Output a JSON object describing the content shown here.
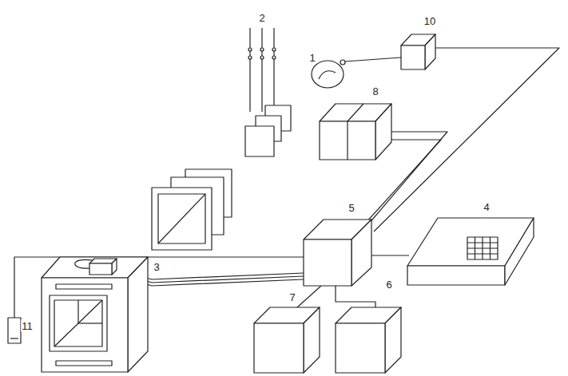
{
  "diagram": {
    "labels": [
      "2",
      "10",
      "1",
      "8",
      "5",
      "4",
      "3",
      "7",
      "6",
      "11"
    ]
  }
}
